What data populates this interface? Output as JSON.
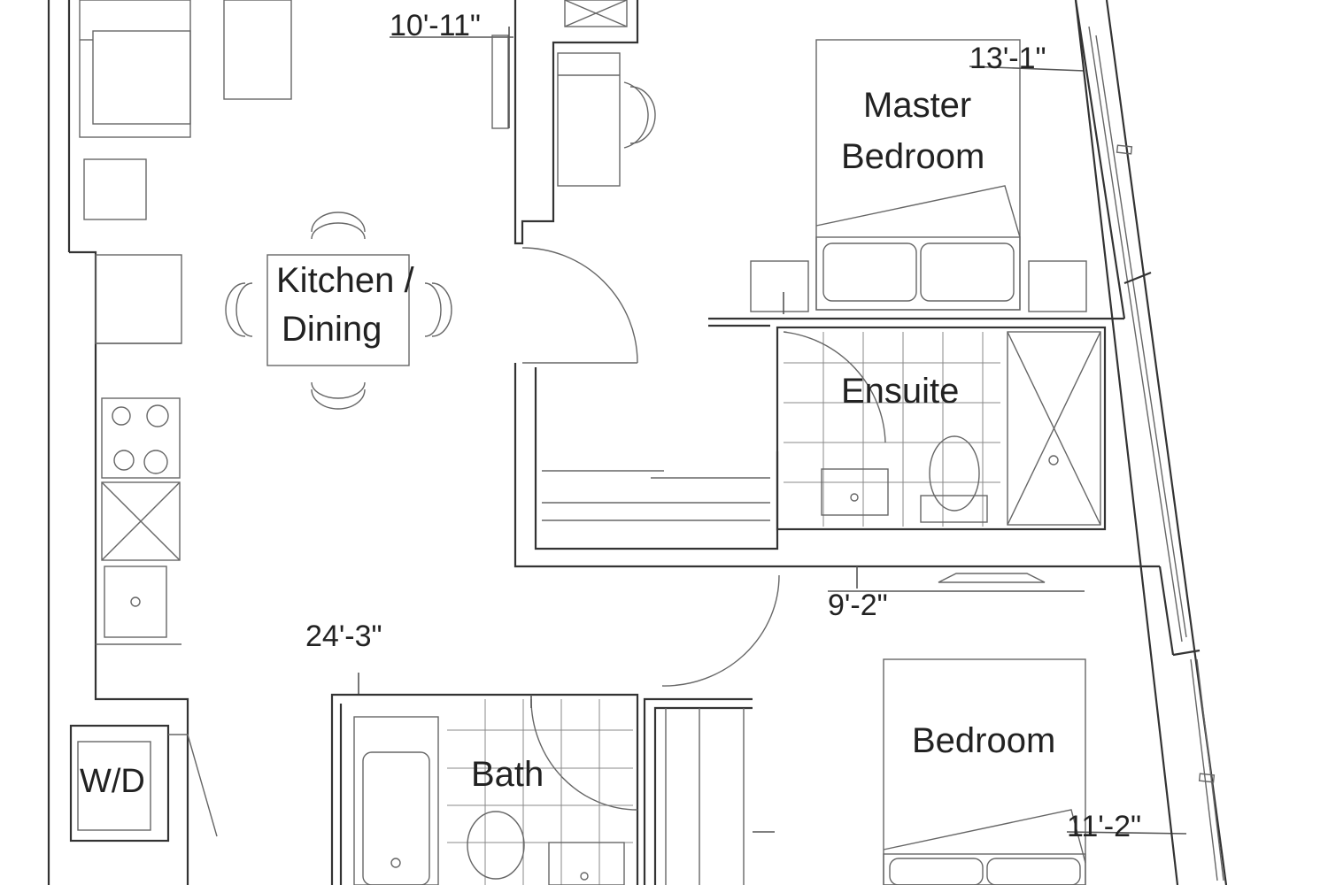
{
  "rooms": {
    "kitchen_line1": "Kitchen /",
    "kitchen_line2": "Dining",
    "master_line1": "Master",
    "master_line2": "Bedroom",
    "ensuite": "Ensuite",
    "bedroom": "Bedroom",
    "bath": "Bath",
    "laundry": "W/D"
  },
  "dimensions": {
    "d1": "10'-11\"",
    "d2": "13'-1\"",
    "d3": "9'-2\"",
    "d4": "24'-3\"",
    "d5": "11'-2\""
  },
  "colors": {
    "line": "#333333",
    "background": "#ffffff"
  }
}
